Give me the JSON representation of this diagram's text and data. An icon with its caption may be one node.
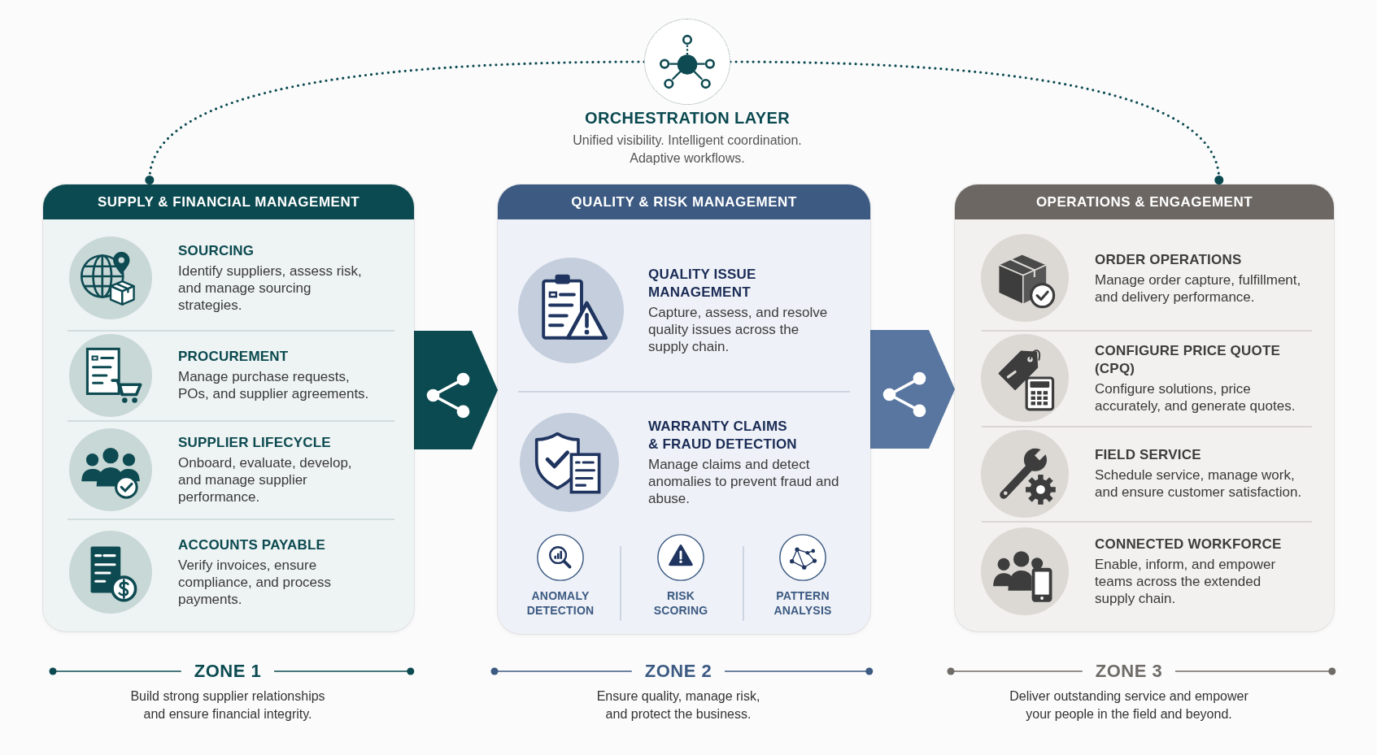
{
  "diagram": {
    "nodes": [
      {
        "text": [
          "ORCHESTRATION LAYER",
          "Unified visibility. Intelligent coordination. Adaptive workflows."
        ]
      },
      {
        "text": [
          "SUPPLY & FINANCIAL MANAGEMENT"
        ]
      },
      {
        "text": [
          "SOURCING",
          "Identify suppliers, assess risk, and manage sourcing strategies."
        ],
        "in": 1
      },
      {
        "text": [
          "PROCUREMENT",
          "Manage purchase requests, POs, and supplier agreements."
        ],
        "in": 1
      },
      {
        "text": [
          "SUPPLIER LIFECYCLE",
          "Onboard, evaluate, develop, and manage supplier performance."
        ],
        "in": 1
      },
      {
        "text": [
          "ACCOUNTS PAYABLE",
          "Verify invoices, ensure compliance, and process payments."
        ],
        "in": 1
      },
      {
        "text": [
          "QUALITY & RISK MANAGEMENT"
        ]
      },
      {
        "text": [
          "QUALITY ISSUE MANAGEMENT",
          "Capture, assess, and resolve quality issues across the supply chain."
        ],
        "in": 6
      },
      {
        "text": [
          "WARRANTY CLAIMS & FRAUD DETECTION",
          "Manage claims and detect anomalies to prevent fraud and abuse."
        ],
        "in": 6
      },
      {
        "text": [
          "ANOMALY DETECTION"
        ],
        "in": 6
      },
      {
        "text": [
          "RISK SCORING"
        ],
        "in": 6
      },
      {
        "text": [
          "PATTERN ANALYSIS"
        ],
        "in": 6
      },
      {
        "text": [
          "OPERATIONS & ENGAGEMENT"
        ]
      },
      {
        "text": [
          "ORDER OPERATIONS",
          "Manage order capture, fulfillment, and delivery performance."
        ],
        "in": 12
      },
      {
        "text": [
          "CONFIGURE PRICE QUOTE (CPQ)",
          "Configure solutions, price accurately, and generate quotes."
        ],
        "in": 12
      },
      {
        "text": [
          "FIELD SERVICE",
          "Schedule service, manage work, and ensure customer satisfaction."
        ],
        "in": 12
      },
      {
        "text": [
          "CONNECTED WORKFORCE",
          "Enable, inform, and empower teams across the extended supply chain."
        ],
        "in": 12
      }
    ],
    "edges": [
      {
        "from": 0,
        "to": 1,
        "arrow": "other",
        "style": "dashed"
      },
      {
        "from": 0,
        "to": 12,
        "arrow": "other",
        "style": "dashed"
      },
      {
        "from": 1,
        "to": 6,
        "arrow": "to",
        "style": "thick"
      },
      {
        "from": 6,
        "to": 12,
        "arrow": "to",
        "style": "thick",
        "color": "#5876a0"
      }
    ],
    "labels": [
      "ZONE 1",
      "Build strong supplier relationships and ensure financial integrity.",
      "ZONE 2",
      "Ensure quality, manage risk, and protect the business.",
      "ZONE 3",
      "Deliver outstanding service and empower your people in the field and beyond."
    ]
  }
}
